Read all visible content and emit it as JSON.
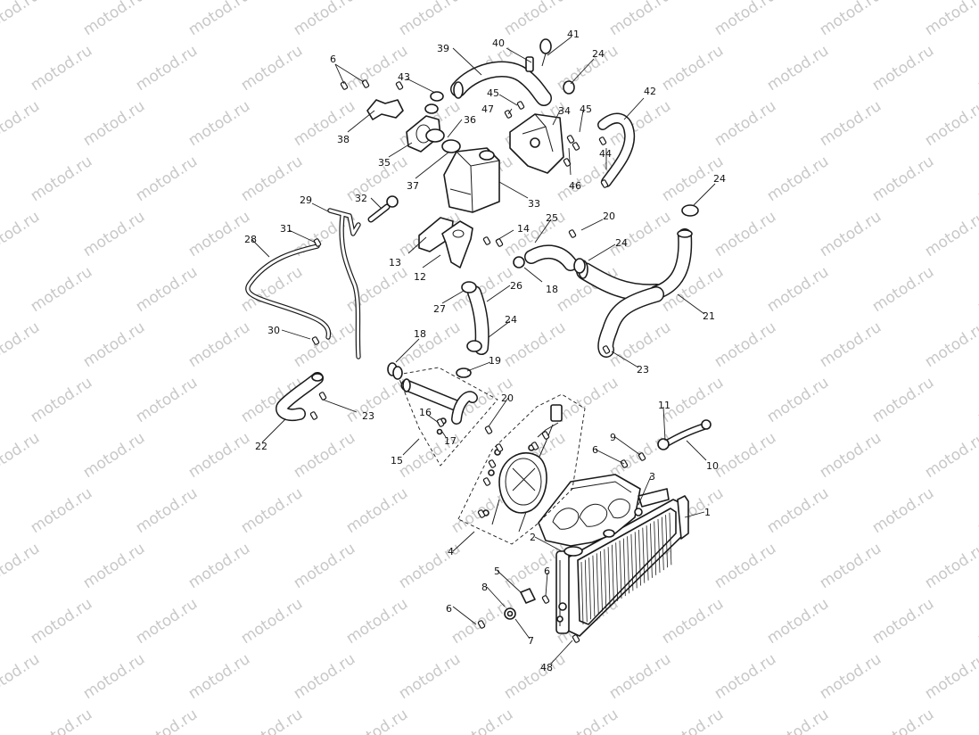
{
  "watermark": {
    "text": "motod.ru",
    "color": "#c8c8c8"
  },
  "diagram": {
    "line_color": "#1a1a1a",
    "callouts": [
      {
        "id": "c1",
        "label": "1"
      },
      {
        "id": "c2",
        "label": "2"
      },
      {
        "id": "c3",
        "label": "3"
      },
      {
        "id": "c4",
        "label": "4"
      },
      {
        "id": "c5",
        "label": "5"
      },
      {
        "id": "c6a",
        "label": "6"
      },
      {
        "id": "c6b",
        "label": "6"
      },
      {
        "id": "c6c",
        "label": "6"
      },
      {
        "id": "c6d",
        "label": "6"
      },
      {
        "id": "c7",
        "label": "7"
      },
      {
        "id": "c8",
        "label": "8"
      },
      {
        "id": "c9",
        "label": "9"
      },
      {
        "id": "c10",
        "label": "10"
      },
      {
        "id": "c11",
        "label": "11"
      },
      {
        "id": "c12",
        "label": "12"
      },
      {
        "id": "c13",
        "label": "13"
      },
      {
        "id": "c14",
        "label": "14"
      },
      {
        "id": "c15",
        "label": "15"
      },
      {
        "id": "c16",
        "label": "16"
      },
      {
        "id": "c17",
        "label": "17"
      },
      {
        "id": "c18a",
        "label": "18"
      },
      {
        "id": "c18b",
        "label": "18"
      },
      {
        "id": "c19",
        "label": "19"
      },
      {
        "id": "c20a",
        "label": "20"
      },
      {
        "id": "c20b",
        "label": "20"
      },
      {
        "id": "c21",
        "label": "21"
      },
      {
        "id": "c22",
        "label": "22"
      },
      {
        "id": "c23a",
        "label": "23"
      },
      {
        "id": "c23b",
        "label": "23"
      },
      {
        "id": "c24a",
        "label": "24"
      },
      {
        "id": "c24b",
        "label": "24"
      },
      {
        "id": "c24c",
        "label": "24"
      },
      {
        "id": "c24d",
        "label": "24"
      },
      {
        "id": "c25",
        "label": "25"
      },
      {
        "id": "c26",
        "label": "26"
      },
      {
        "id": "c27",
        "label": "27"
      },
      {
        "id": "c28",
        "label": "28"
      },
      {
        "id": "c29",
        "label": "29"
      },
      {
        "id": "c30",
        "label": "30"
      },
      {
        "id": "c31",
        "label": "31"
      },
      {
        "id": "c32",
        "label": "32"
      },
      {
        "id": "c33",
        "label": "33"
      },
      {
        "id": "c34",
        "label": "34"
      },
      {
        "id": "c35",
        "label": "35"
      },
      {
        "id": "c36",
        "label": "36"
      },
      {
        "id": "c37",
        "label": "37"
      },
      {
        "id": "c38",
        "label": "38"
      },
      {
        "id": "c39",
        "label": "39"
      },
      {
        "id": "c40",
        "label": "40"
      },
      {
        "id": "c41",
        "label": "41"
      },
      {
        "id": "c42",
        "label": "42"
      },
      {
        "id": "c43",
        "label": "43"
      },
      {
        "id": "c44",
        "label": "44"
      },
      {
        "id": "c45a",
        "label": "45"
      },
      {
        "id": "c45b",
        "label": "45"
      },
      {
        "id": "c46",
        "label": "46"
      },
      {
        "id": "c47",
        "label": "47"
      },
      {
        "id": "c48",
        "label": "48"
      }
    ]
  }
}
